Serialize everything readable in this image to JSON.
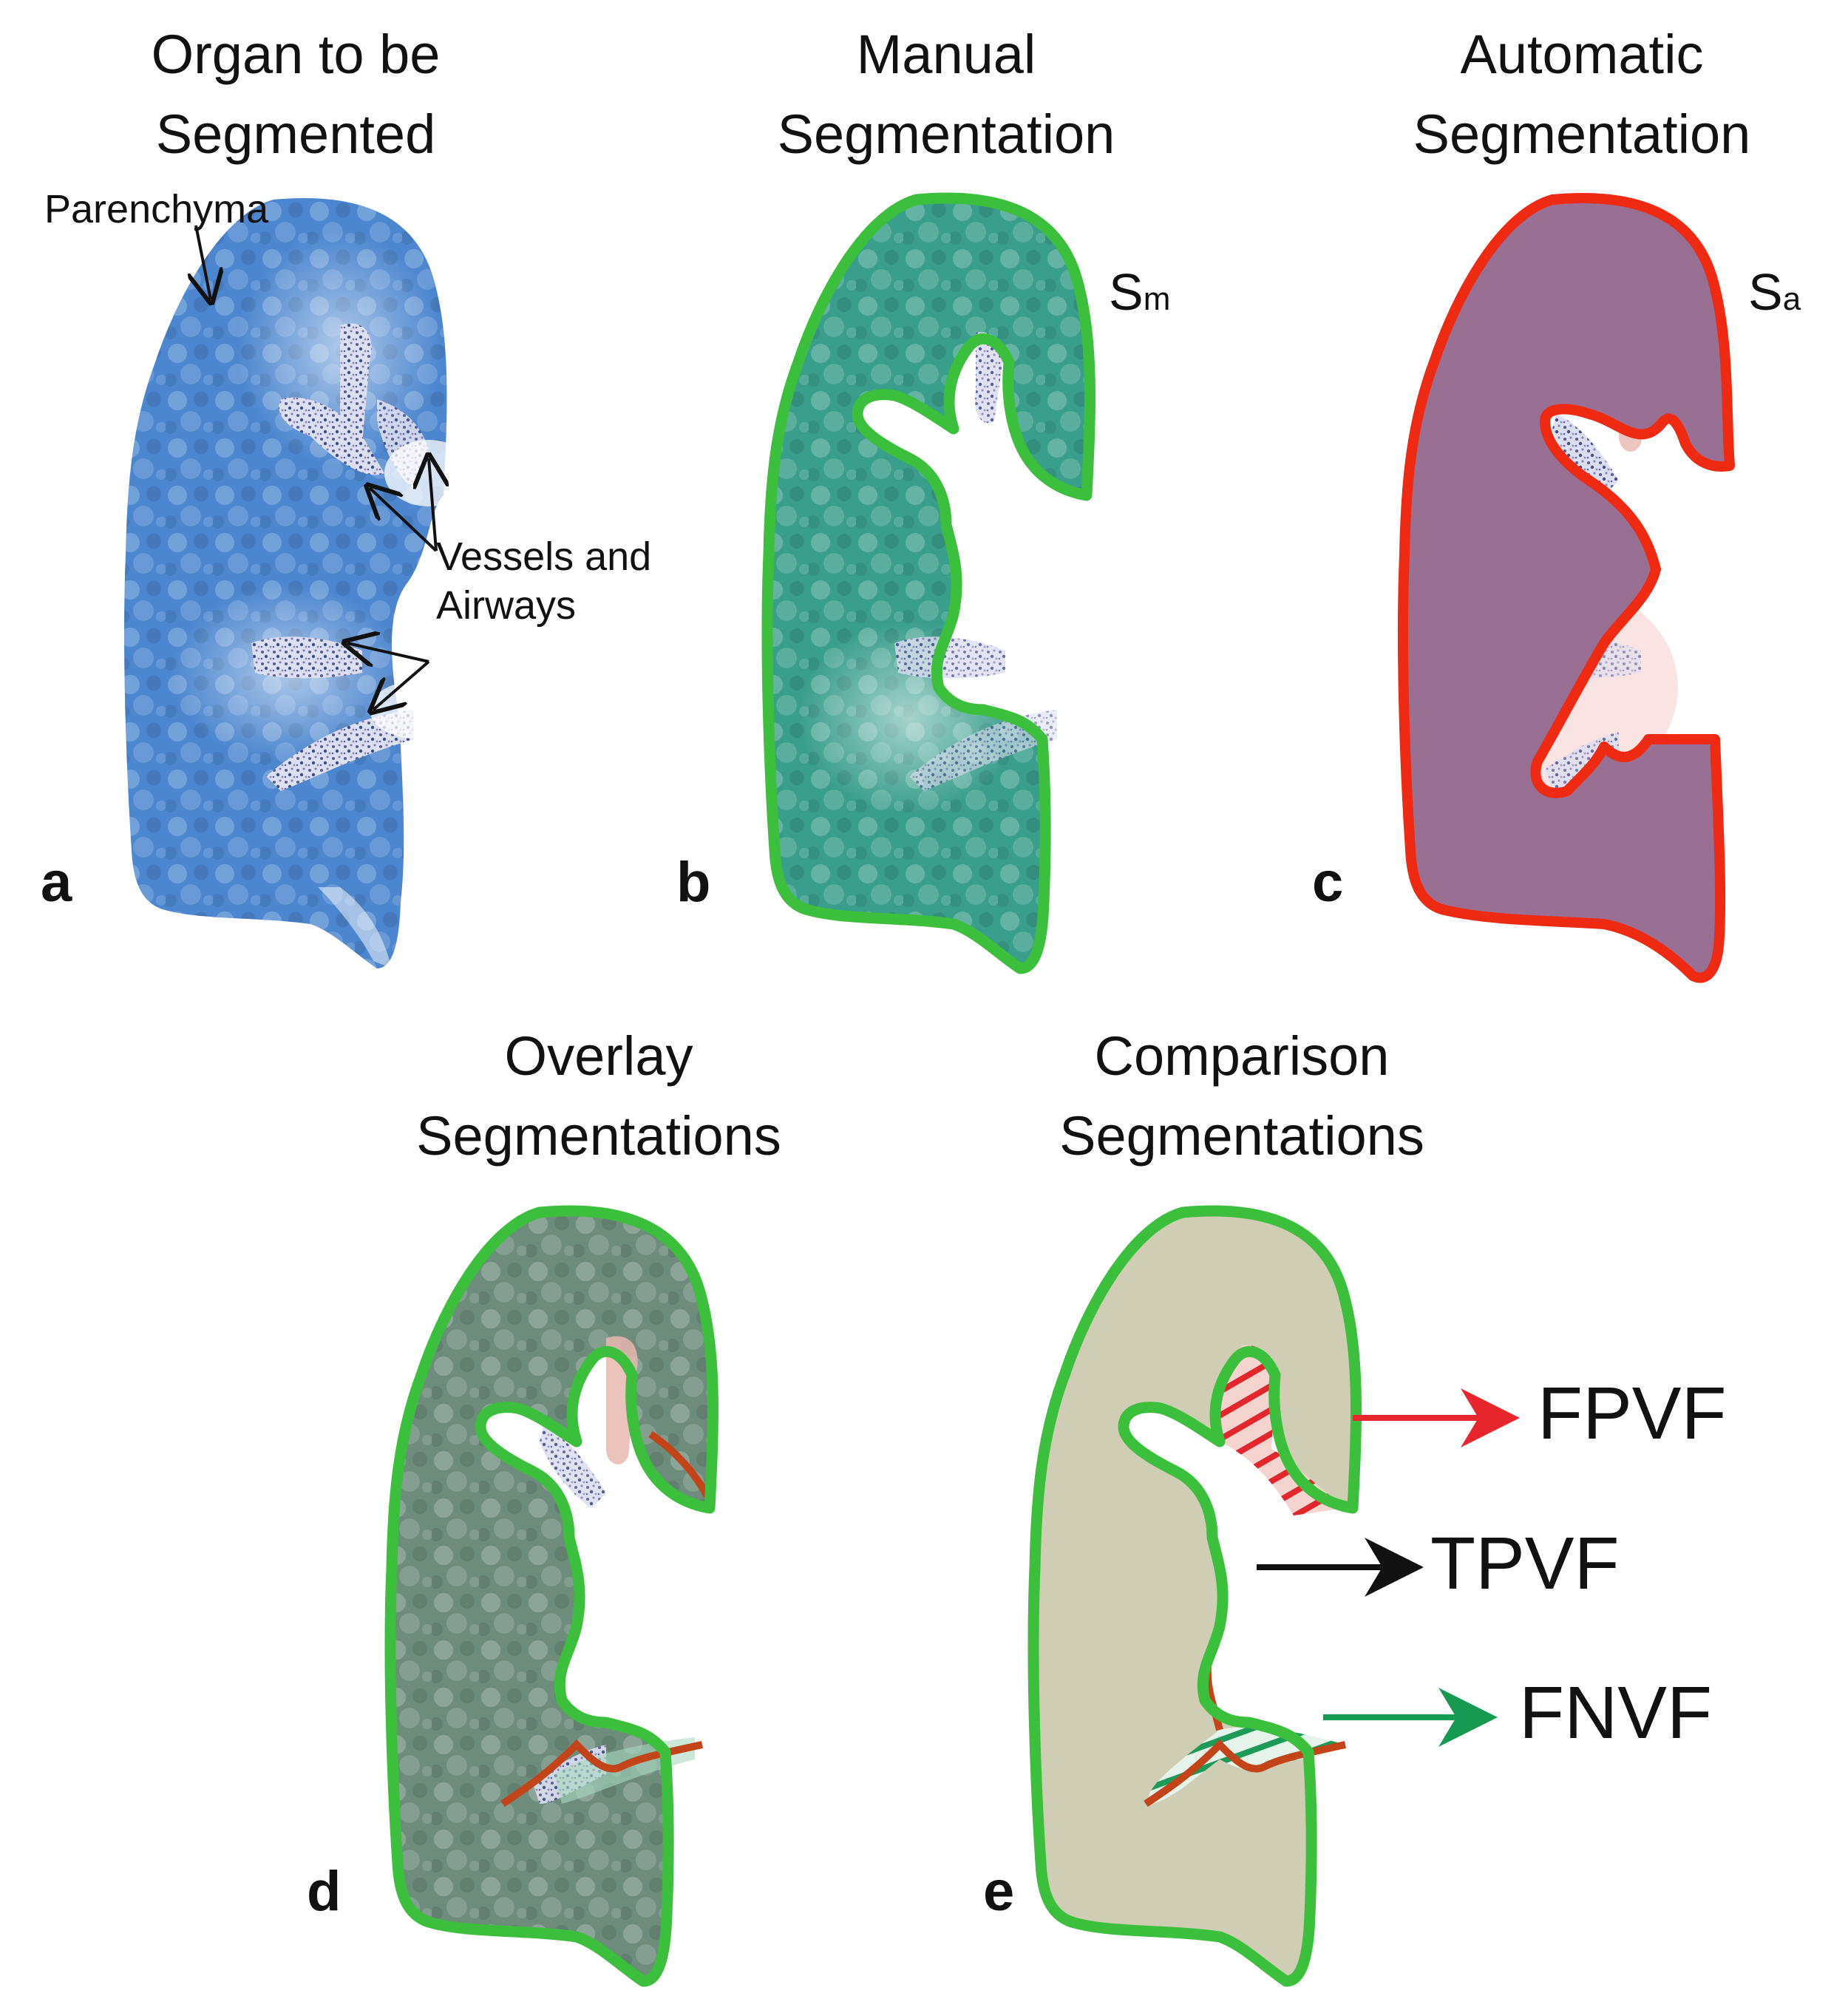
{
  "panels": {
    "a": {
      "label": "a",
      "title_line1": "Organ to be",
      "title_line2": "Segmented",
      "annotation_parenchyma": "Parenchyma",
      "annotation_vessels_line1": "Vessels and",
      "annotation_vessels_line2": "Airways"
    },
    "b": {
      "label": "b",
      "title_line1": "Manual",
      "title_line2": "Segmentation",
      "symbol_main": "S",
      "symbol_sub": "m"
    },
    "c": {
      "label": "c",
      "title_line1": "Automatic",
      "title_line2": "Segmentation",
      "symbol_main": "S",
      "symbol_sub": "a"
    },
    "d": {
      "label": "d",
      "title_line1": "Overlay",
      "title_line2": "Segmentations"
    },
    "e": {
      "label": "e",
      "title_line1": "Comparison",
      "title_line2": "Segmentations",
      "metric_fp": "FPVF",
      "metric_tp": "TPVF",
      "metric_fn": "FNVF"
    }
  },
  "colors": {
    "manual_outline": "#3cbf3c",
    "automatic_outline": "#ee2a12",
    "automatic_outline_dark": "#c4441a",
    "organ_blue": "#4c86cf",
    "manual_fill": "#3a9e8c",
    "automatic_fill": "#9a6f94",
    "comparison_fill": "#cfceb4",
    "fp_arrow": "#e8262d",
    "tp_arrow": "#111111",
    "fn_arrow": "#169a52"
  },
  "icons": [
    "arrow-icon"
  ]
}
